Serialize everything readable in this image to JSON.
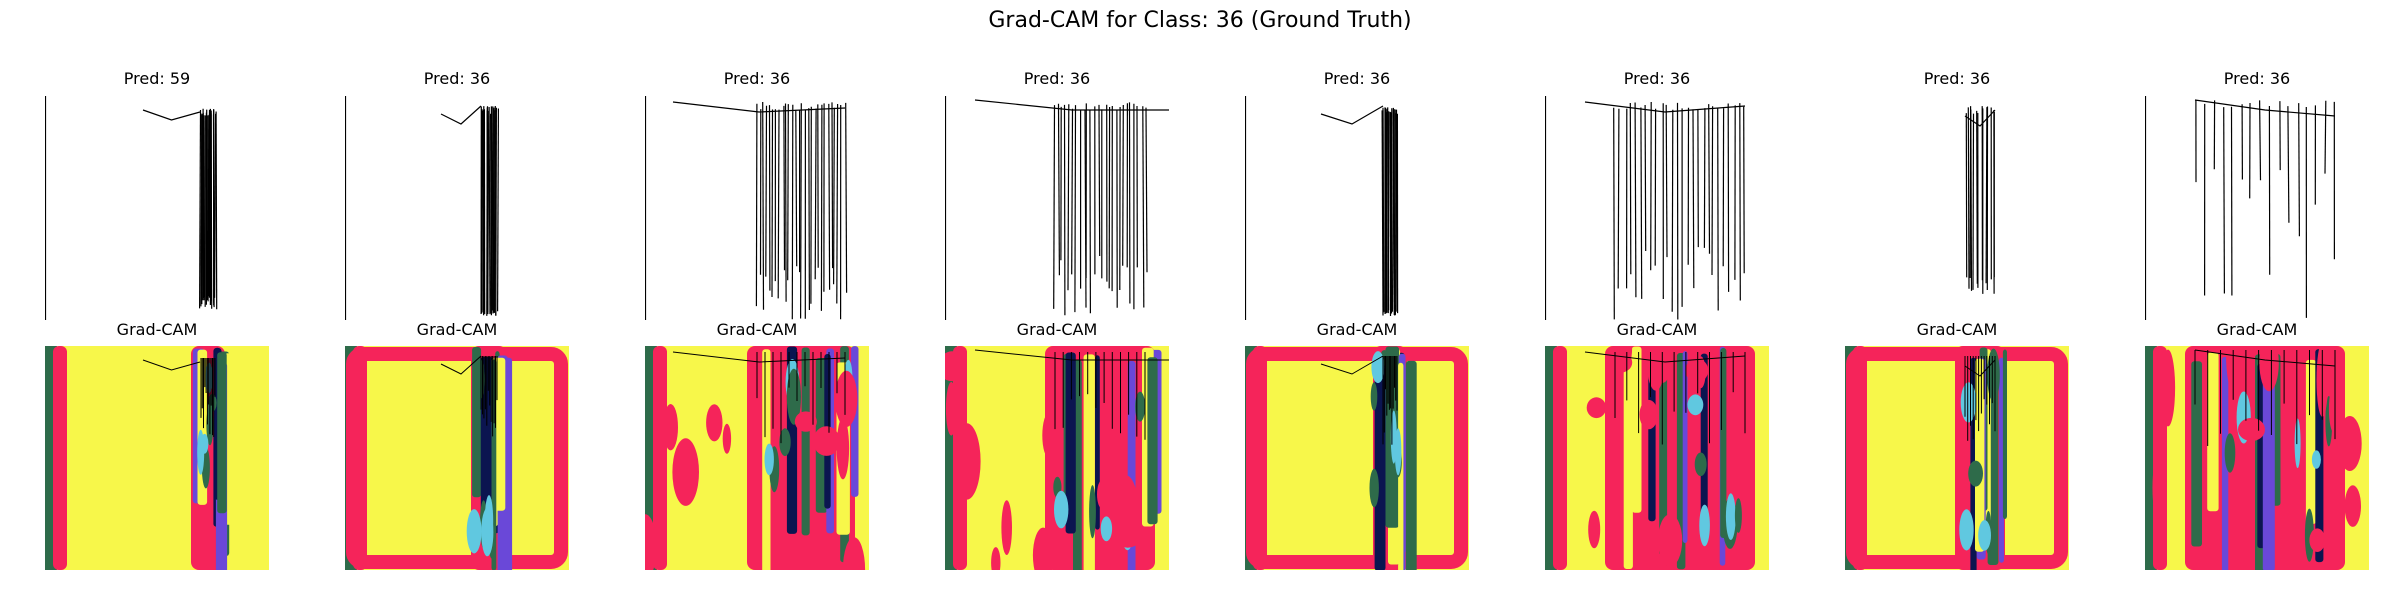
{
  "figure": {
    "title": "Grad-CAM for Class: 36 (Ground Truth)",
    "cam_title": "Grad-CAM",
    "colors": {
      "background": "#ffffff",
      "trace": "#000000",
      "cam_yellow": "#f7f74a",
      "cam_pink": "#f5245a",
      "cam_green": "#2e6b4a",
      "cam_purple": "#6a48d8",
      "cam_navy": "#0b1550",
      "cam_cyan": "#60c8e0"
    }
  },
  "samples": [
    {
      "pred_label": "Pred: 59"
    },
    {
      "pred_label": "Pred: 36"
    },
    {
      "pred_label": "Pred: 36"
    },
    {
      "pred_label": "Pred: 36"
    },
    {
      "pred_label": "Pred: 36"
    },
    {
      "pred_label": "Pred: 36"
    },
    {
      "pred_label": "Pred: 36"
    },
    {
      "pred_label": "Pred: 36"
    }
  ]
}
